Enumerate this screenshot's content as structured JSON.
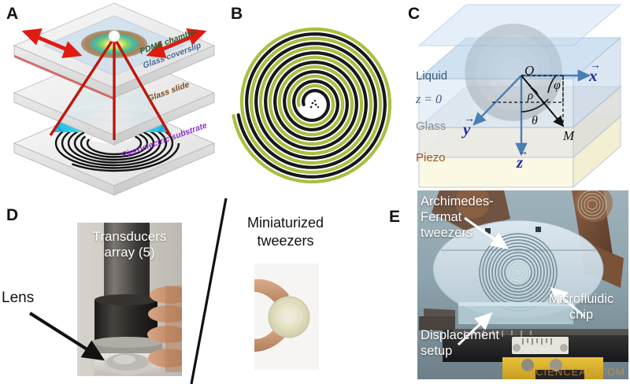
{
  "figure": {
    "panels": [
      {
        "letter": "A"
      },
      {
        "letter": "B"
      },
      {
        "letter": "C"
      },
      {
        "letter": "D"
      },
      {
        "letter": "E"
      }
    ]
  },
  "panelA": {
    "letter": "A",
    "layers": [
      {
        "label": "PDMS chamber",
        "color": "#2f5e36"
      },
      {
        "label": "Glass coverslip",
        "color": "#4a6a93"
      },
      {
        "label": "Glass slide",
        "color": "#7a4a1e"
      },
      {
        "label": "Piezoelectric substrate",
        "color": "#8d35c9"
      }
    ],
    "arrow_color": "#e01b10",
    "beam_color": "#c0150c"
  },
  "panelB": {
    "letter": "B",
    "spiral_colors": {
      "dark": "#17171c",
      "light": "#a8c040"
    },
    "turns": 7,
    "description": "Archimedes-Fermat spiral interdigitated electrode"
  },
  "panelC": {
    "letter": "C",
    "media": [
      {
        "label": "Liquid",
        "color": "#3d5a75"
      },
      {
        "label": "z = 0",
        "color": "#3d5a75"
      },
      {
        "label": "Glass",
        "color": "#8c8c8c"
      },
      {
        "label": "Piezo",
        "color": "#9a5a22"
      }
    ],
    "axes": [
      {
        "label": "x",
        "color": "#1a2fa0"
      },
      {
        "label": "y",
        "color": "#1a2fa0"
      },
      {
        "label": "z",
        "color": "#1a2fa0"
      }
    ],
    "points": [
      {
        "label": "O"
      },
      {
        "label": "M"
      }
    ],
    "angles": [
      {
        "label": "φ"
      },
      {
        "label": "θ"
      },
      {
        "label": "ρ"
      }
    ],
    "layer_fill": {
      "liquid": "#ccdcef",
      "glass": "#e3e3e0",
      "piezo": "#faf6d8"
    }
  },
  "panelD": {
    "letter": "D",
    "overlay_line1": "Transducers",
    "overlay_line2": "array (5)",
    "lens_label": "Lens",
    "mini_line1": "Miniaturized",
    "mini_line2": "tweezers"
  },
  "panelE": {
    "letter": "E",
    "label_tweezers_line1": "Archimedes-",
    "label_tweezers_line2": "Fermat",
    "label_tweezers_line3": "tweezers",
    "label_chip_line1": "Microfluidic",
    "label_chip_line2": "chip",
    "label_setup_line1": "Displacement",
    "label_setup_line2": "setup",
    "watermark": "SCIENCEAG.COM"
  }
}
